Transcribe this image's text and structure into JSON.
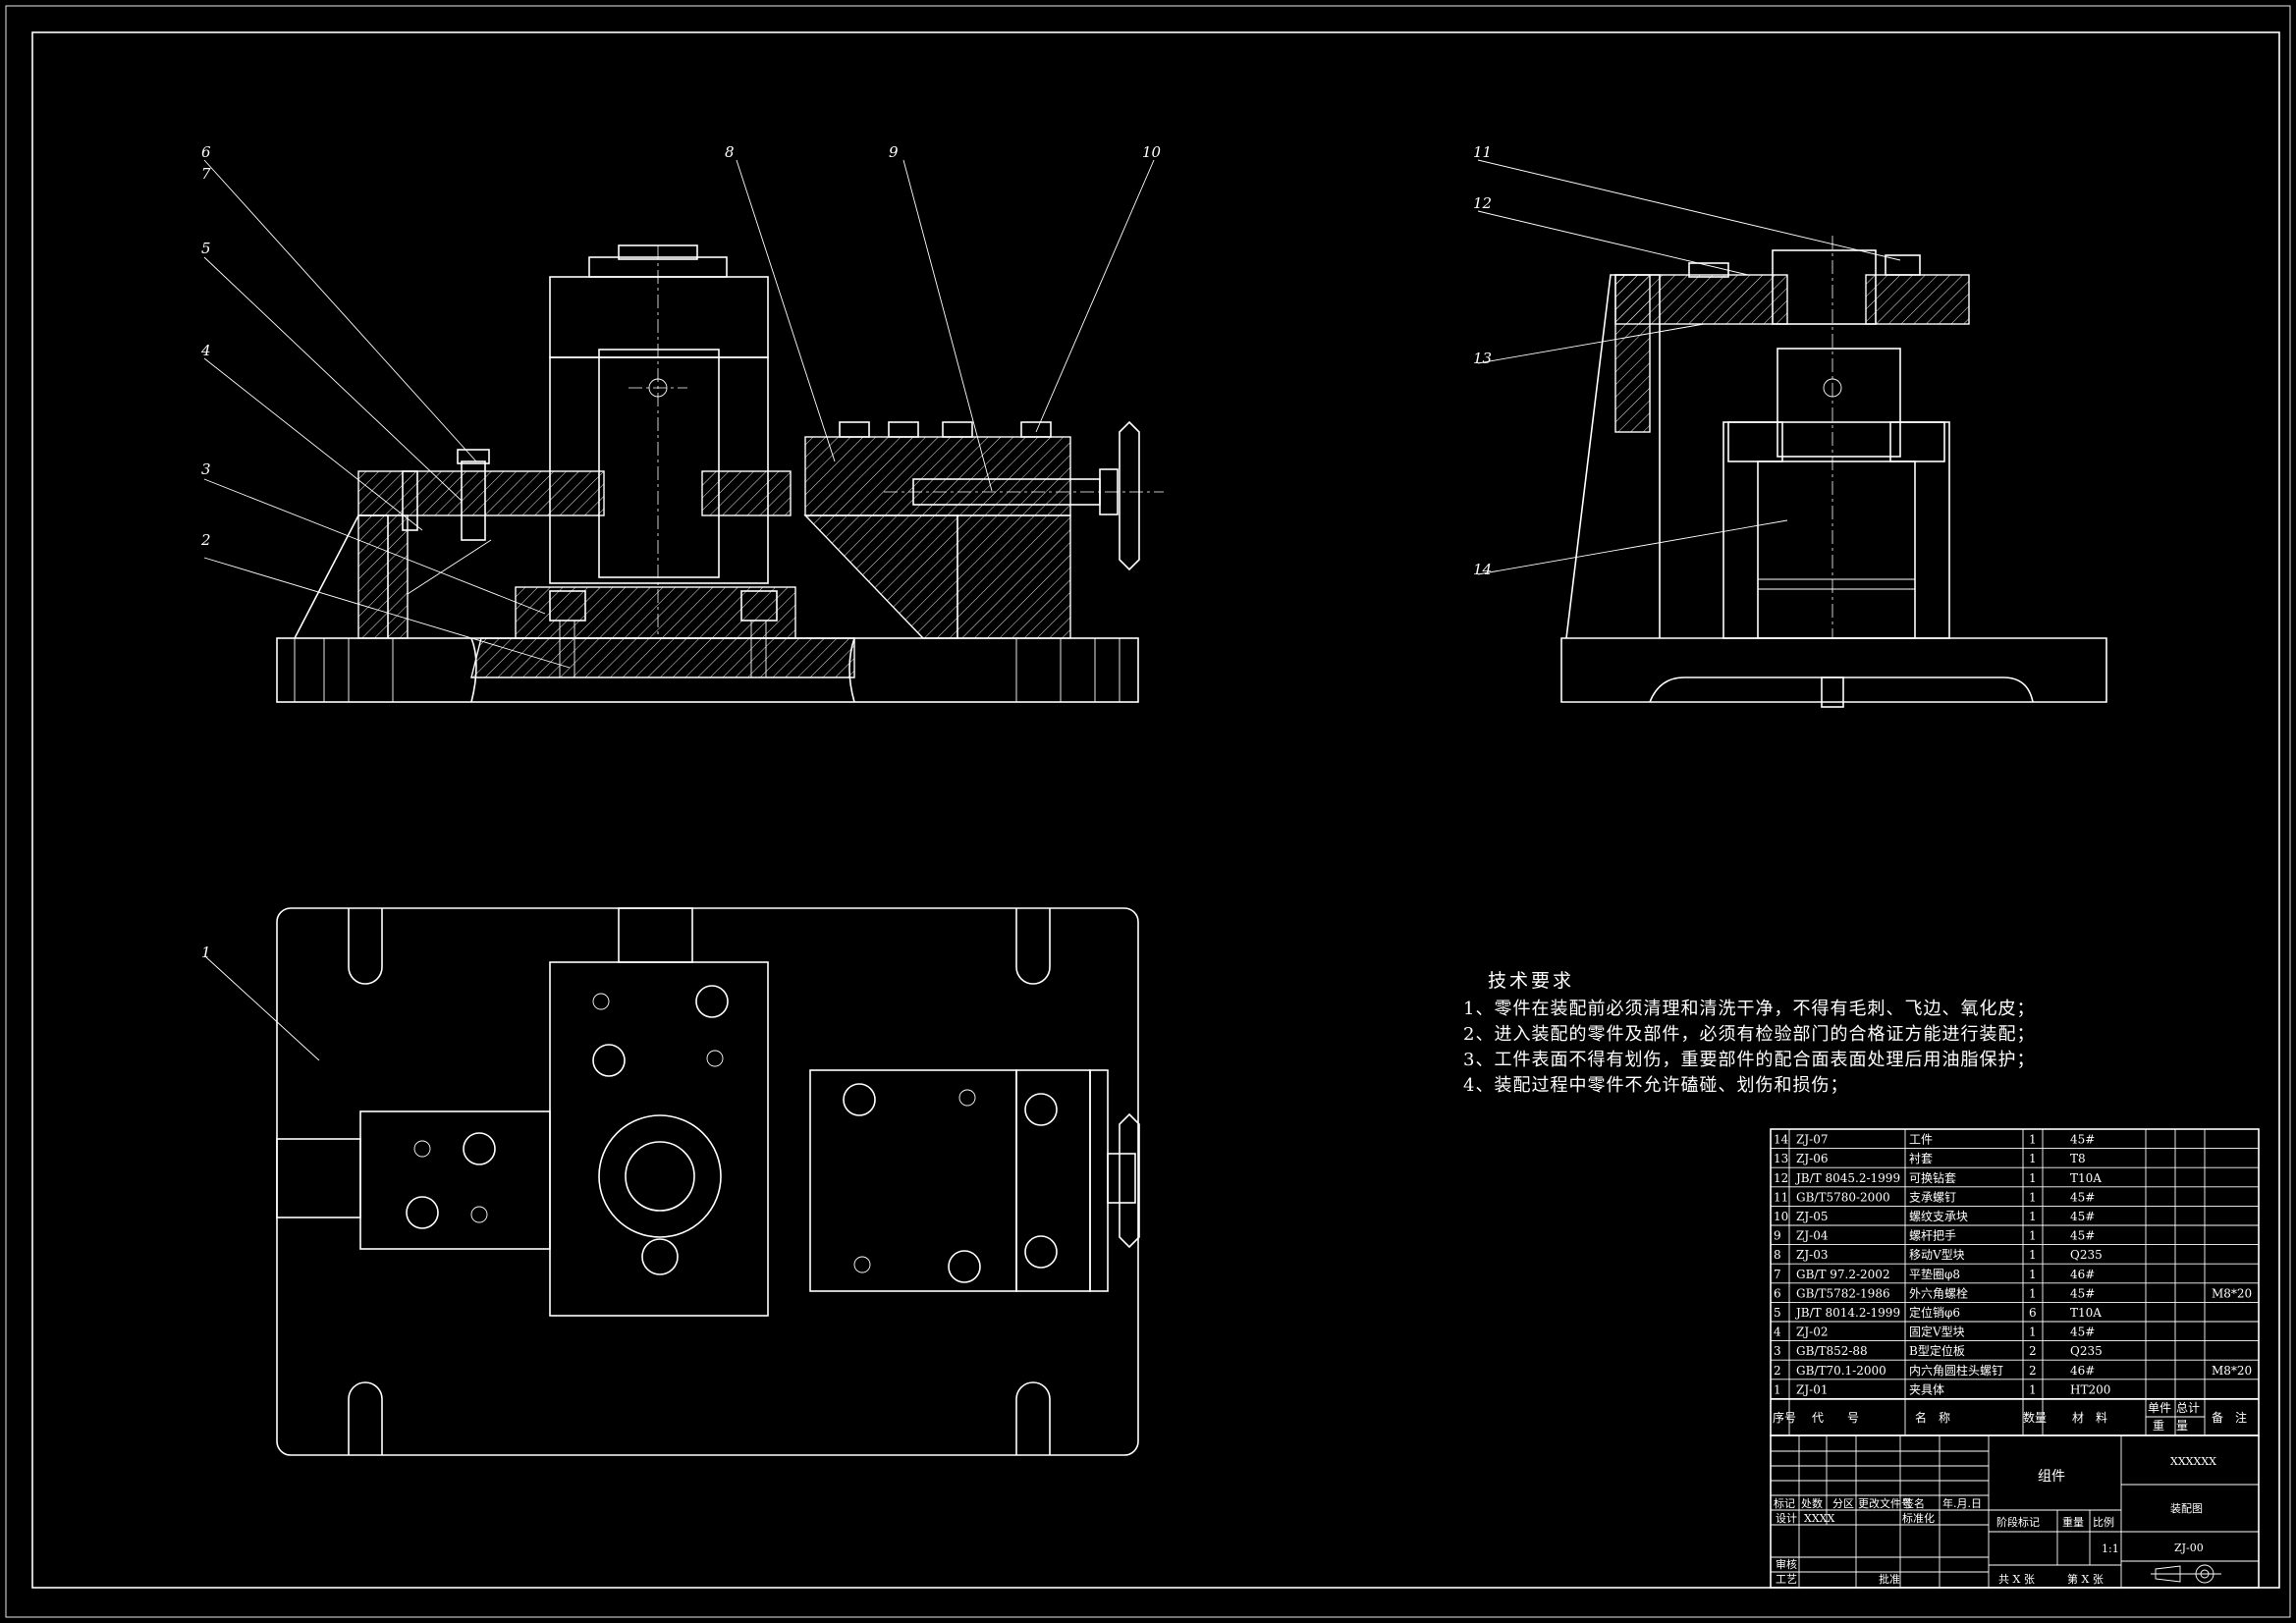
{
  "technical_requirements": {
    "title": "技术要求",
    "items": [
      "1、零件在装配前必须清理和清洗干净，不得有毛刺、飞边、氧化皮；",
      "2、进入装配的零件及部件，必须有检验部门的合格证方能进行装配；",
      "3、工件表面不得有划伤，重要部件的配合面表面处理后用油脂保护；",
      "4、装配过程中零件不允许磕碰、划伤和损伤；"
    ]
  },
  "callouts": [
    "1",
    "2",
    "3",
    "4",
    "5",
    "6",
    "7",
    "8",
    "9",
    "10",
    "11",
    "12",
    "13",
    "14"
  ],
  "bom": {
    "rows": [
      {
        "no": "14",
        "code": "ZJ-07",
        "name": "工件",
        "qty": "1",
        "material": "45#",
        "note": ""
      },
      {
        "no": "13",
        "code": "ZJ-06",
        "name": "衬套",
        "qty": "1",
        "material": "T8",
        "note": ""
      },
      {
        "no": "12",
        "code": "JB/T 8045.2-1999",
        "name": "可换钻套",
        "qty": "1",
        "material": "T10A",
        "note": ""
      },
      {
        "no": "11",
        "code": "GB/T5780-2000",
        "name": "支承螺钉",
        "qty": "1",
        "material": "45#",
        "note": ""
      },
      {
        "no": "10",
        "code": "ZJ-05",
        "name": "螺纹支承块",
        "qty": "1",
        "material": "45#",
        "note": ""
      },
      {
        "no": "9",
        "code": "ZJ-04",
        "name": "螺杆把手",
        "qty": "1",
        "material": "45#",
        "note": ""
      },
      {
        "no": "8",
        "code": "ZJ-03",
        "name": "移动V型块",
        "qty": "1",
        "material": "Q235",
        "note": ""
      },
      {
        "no": "7",
        "code": "GB/T 97.2-2002",
        "name": "平垫圈φ8",
        "qty": "1",
        "material": "46#",
        "note": ""
      },
      {
        "no": "6",
        "code": "GB/T5782-1986",
        "name": "外六角螺栓",
        "qty": "1",
        "material": "45#",
        "note": "M8*20"
      },
      {
        "no": "5",
        "code": "JB/T 8014.2-1999",
        "name": "定位销φ6",
        "qty": "6",
        "material": "T10A",
        "note": ""
      },
      {
        "no": "4",
        "code": "ZJ-02",
        "name": "固定V型块",
        "qty": "1",
        "material": "45#",
        "note": ""
      },
      {
        "no": "3",
        "code": "GB/T852-88",
        "name": "B型定位板",
        "qty": "2",
        "material": "Q235",
        "note": ""
      },
      {
        "no": "2",
        "code": "GB/T70.1-2000",
        "name": "内六角圆柱头螺钉",
        "qty": "2",
        "material": "46#",
        "note": "M8*20"
      },
      {
        "no": "1",
        "code": "ZJ-01",
        "name": "夹具体",
        "qty": "1",
        "material": "HT200",
        "note": ""
      }
    ],
    "header": {
      "no": "序号",
      "code": "代　　号",
      "name": "名　称",
      "qty": "数量",
      "material": "材　料",
      "unit_weight": "单件",
      "total_weight": "总计",
      "weight": "重　量",
      "note": "备　注"
    }
  },
  "title_block": {
    "group_label": "组件",
    "company": "XXXXXX",
    "drawing_name": "装配图",
    "drawing_number": "ZJ-00",
    "scale": "1:1",
    "row_labels": [
      "标记",
      "处数",
      "分区",
      "更改文件号",
      "签名",
      "年.月.日"
    ],
    "designer_label": "设计",
    "designer": "XXXX",
    "standardize_label": "标准化",
    "stage_label": "阶段标记",
    "weight_label": "重量",
    "scale_label": "比例",
    "review_label": "审核",
    "process_label": "工艺",
    "approve_label": "批准",
    "sheets_total": "共 X 张",
    "sheet_no": "第 X 张"
  }
}
